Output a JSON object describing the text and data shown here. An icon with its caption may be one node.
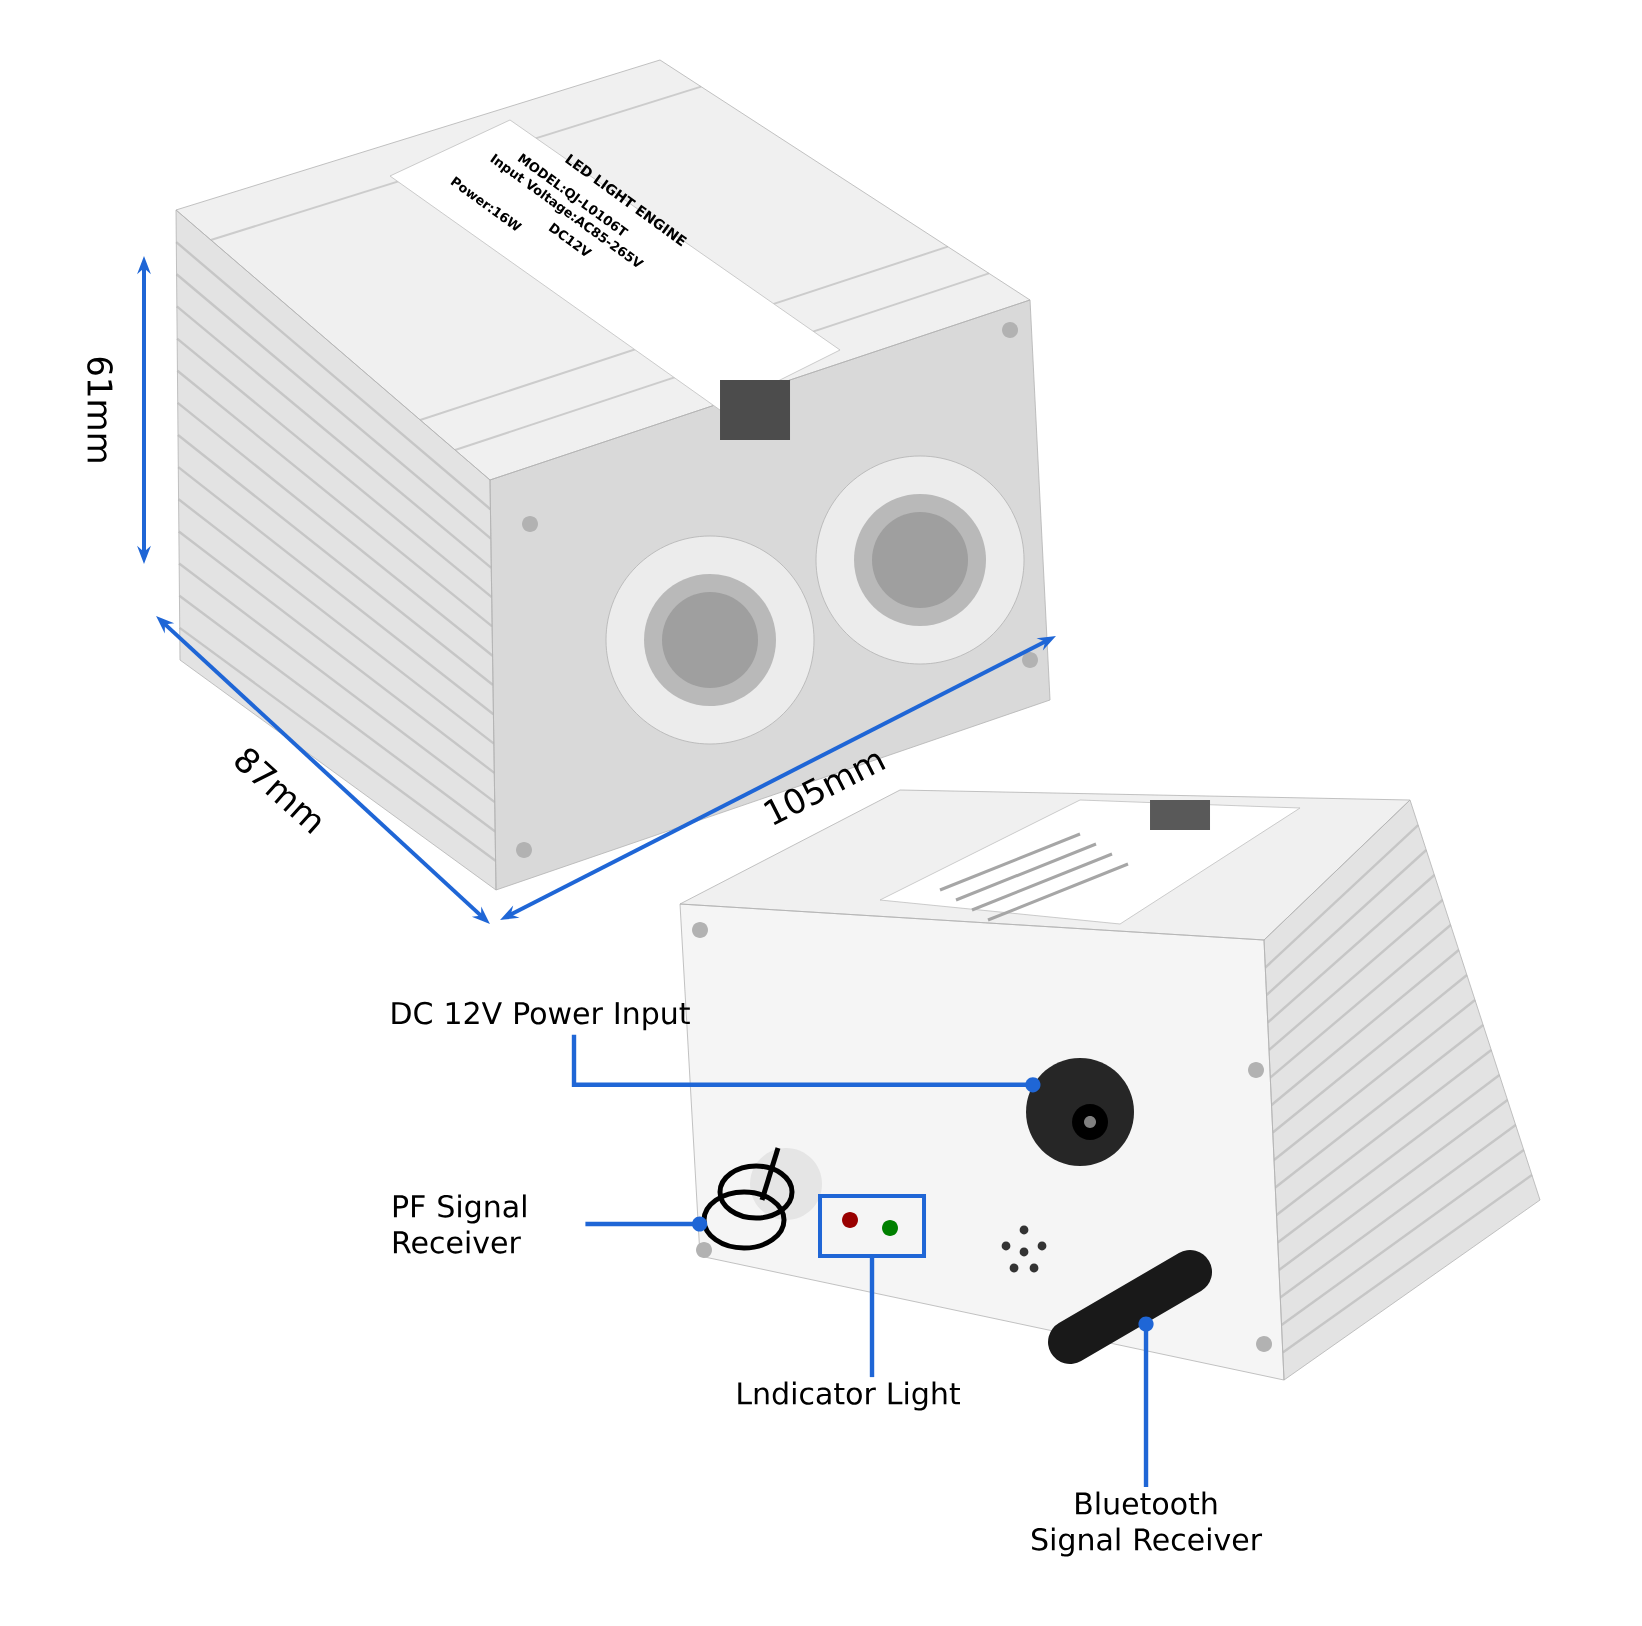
{
  "diagram": {
    "nodes": [
      {
        "text": [
          "DC 12V Power Input"
        ]
      },
      {
        "text": [],
        "shape": "circle"
      },
      {
        "text": [
          "PF Signal Receiver"
        ]
      },
      {
        "text": [],
        "shape": "picture"
      },
      {
        "text": [
          "Lndicator Light"
        ]
      },
      {
        "text": [],
        "shape": "box"
      },
      {
        "text": [
          "Bluetooth Signal Receiver"
        ]
      },
      {
        "text": [],
        "shape": "bar"
      }
    ],
    "edges": [
      {
        "from": 0,
        "to": 1,
        "arrow": "other"
      },
      {
        "from": 2,
        "to": 3,
        "arrow": "other"
      },
      {
        "from": 4,
        "to": 5,
        "arrow": "none"
      },
      {
        "from": 6,
        "to": 7,
        "arrow": "other"
      }
    ],
    "labels": [
      "LED LIGHT ENGINE",
      "MODEL:QJ-L0106T",
      "Input Voltage:AC85-265V",
      "Power:16W",
      "DC12V",
      "61mm",
      "87mm",
      "105mm"
    ]
  }
}
